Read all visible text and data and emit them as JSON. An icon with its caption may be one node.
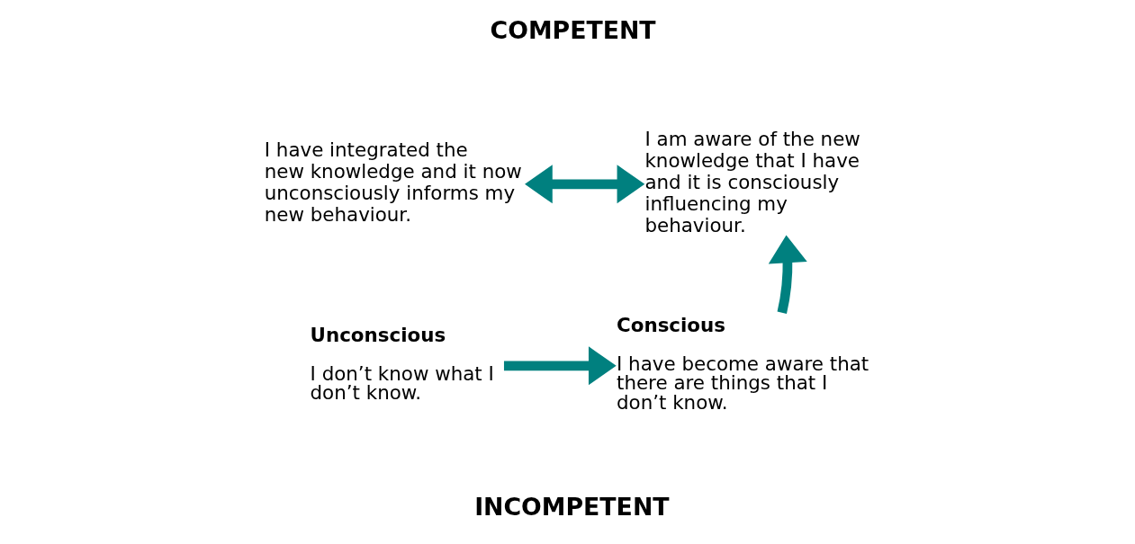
{
  "diagram": {
    "nodes": [
      {
        "text": [
          "I have integrated the new knowledge and it now unconsciously informs my new behaviour."
        ]
      },
      {
        "text": [
          "I am aware of the new knowledge that I have and it is consciously influencing my behaviour."
        ]
      },
      {
        "text": [
          "Unconscious",
          "I don’t know what I don’t know."
        ]
      },
      {
        "text": [
          "Conscious",
          "I have become aware that there are things that I don’t know."
        ]
      }
    ],
    "edges": [
      {
        "from": 0,
        "to": 1,
        "arrow": "both"
      },
      {
        "from": 2,
        "to": 3,
        "arrow": "to"
      },
      {
        "from": 3,
        "to": 1,
        "arrow": "to"
      }
    ],
    "labels": [
      "COMPETENT",
      "INCOMPETENT"
    ]
  }
}
